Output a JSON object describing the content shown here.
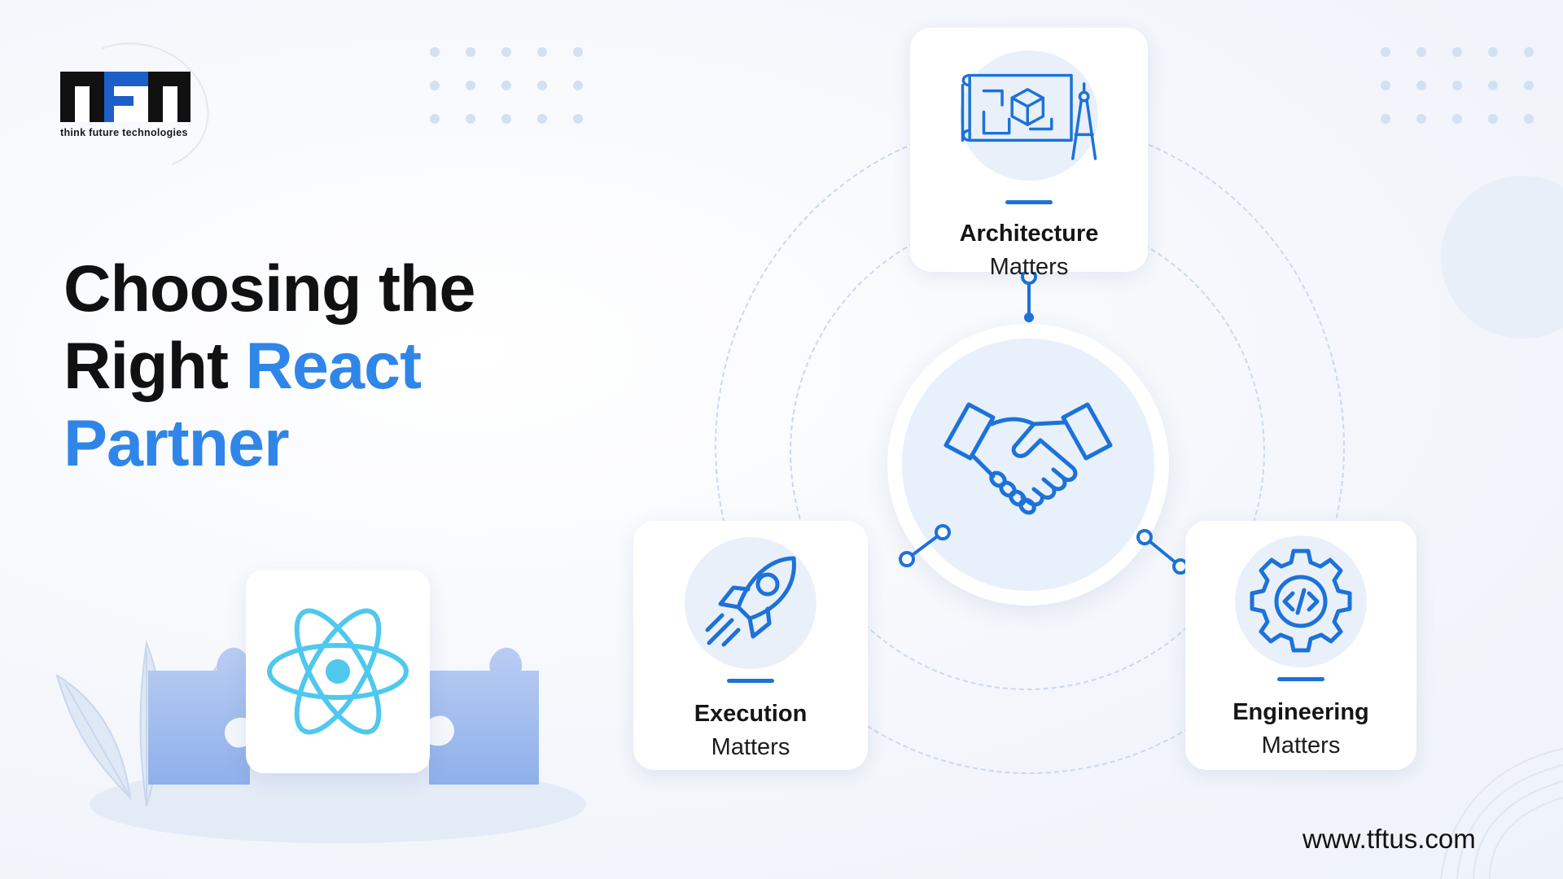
{
  "logo": {
    "mark": "TFT",
    "tagline": "think future technologies"
  },
  "headline": {
    "line1": "Choosing the",
    "line2_plain": "Right ",
    "line2_accent": "React",
    "line3_accent": "Partner"
  },
  "cards": {
    "architecture": {
      "title": "Architecture",
      "subtitle": "Matters",
      "icon": "blueprint-icon"
    },
    "execution": {
      "title": "Execution",
      "subtitle": "Matters",
      "icon": "rocket-icon"
    },
    "engineering": {
      "title": "Engineering",
      "subtitle": "Matters",
      "icon": "gear-code-icon"
    }
  },
  "center": {
    "icon": "handshake-icon"
  },
  "illustration": {
    "icon": "react-logo-icon"
  },
  "website": "www.tftus.com",
  "colors": {
    "accent": "#2f86e8",
    "icon_blue": "#1c72d8",
    "react_cyan": "#4fc8ee",
    "logo_blue": "#1c5fc9"
  }
}
